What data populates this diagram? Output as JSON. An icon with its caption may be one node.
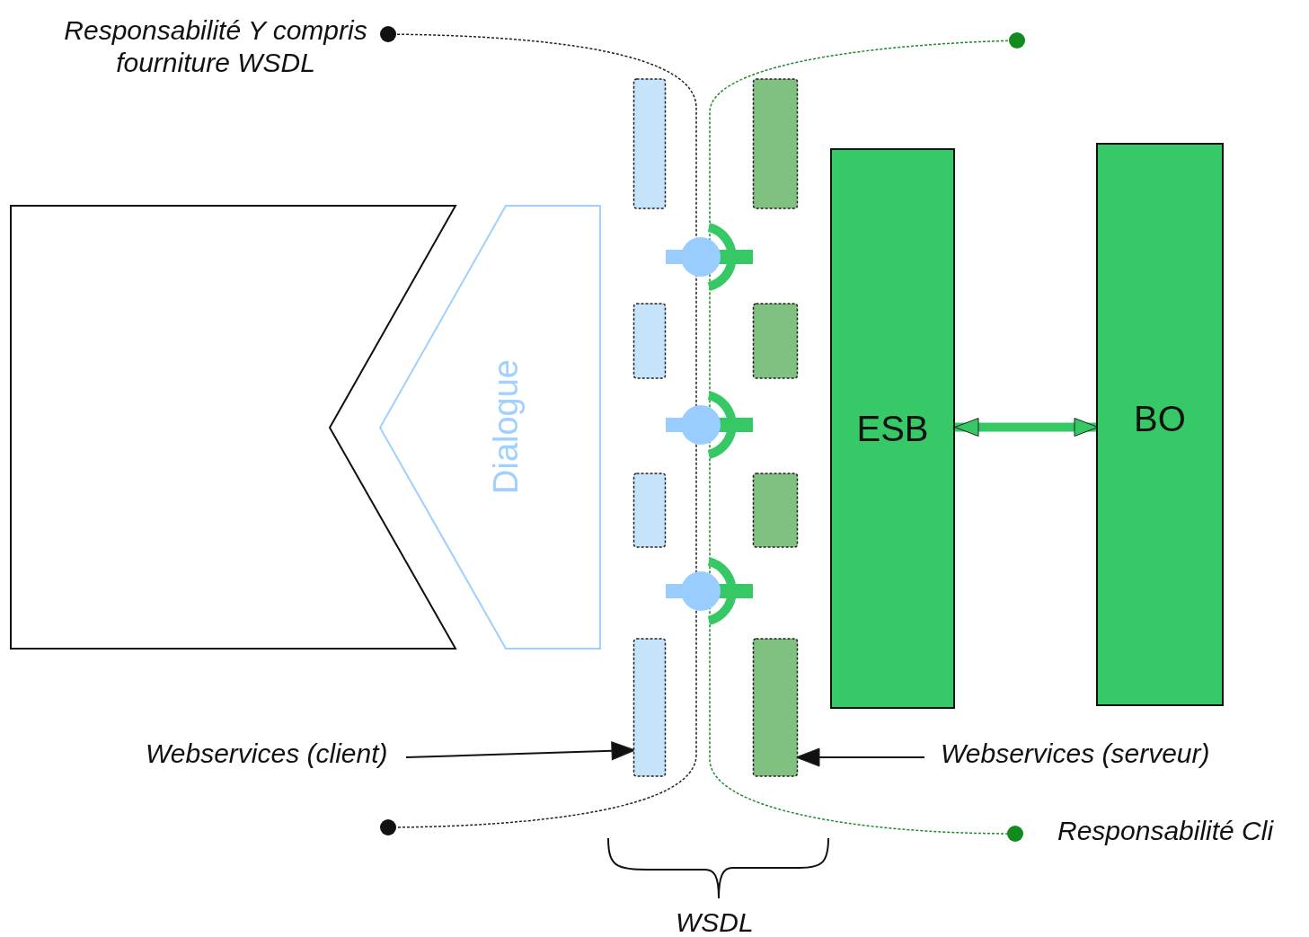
{
  "diagram": {
    "nodes": [
      {
        "text": [],
        "shape": "box"
      },
      {
        "text": [
          "Dialogue"
        ]
      },
      {
        "text": [],
        "shape": "bar"
      },
      {
        "text": [],
        "shape": "bar"
      },
      {
        "text": [
          "ESB"
        ]
      },
      {
        "text": [
          "BO"
        ]
      },
      {
        "text": [
          "Webservices (client)"
        ]
      },
      {
        "text": [
          "Webservices (serveur)"
        ]
      }
    ],
    "edges": [
      {
        "from": 2,
        "to": 3,
        "arrow": "other"
      },
      {
        "from": 2,
        "to": 3,
        "arrow": "other"
      },
      {
        "from": 2,
        "to": 3,
        "arrow": "other"
      },
      {
        "from": 4,
        "to": 5,
        "arrow": "both",
        "style": "thick",
        "color": "#35c865"
      },
      {
        "from": 6,
        "to": 2,
        "arrow": "to"
      },
      {
        "from": 7,
        "to": 3,
        "arrow": "to"
      }
    ],
    "labels": [
      "Responsabilité Y compris fourniture WSDL",
      "Responsabilité Cli",
      "WSDL"
    ]
  }
}
